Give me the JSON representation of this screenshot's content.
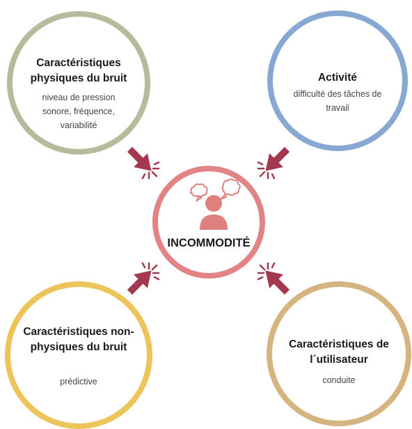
{
  "top_left": {
    "title_lines": [
      "Caractéristiques",
      "physiques du bruit"
    ],
    "subtitle_lines": [
      "niveau de pression",
      "sonore, fréquence,",
      "variabilité"
    ]
  },
  "top_right": {
    "title_lines": [
      "Activité"
    ],
    "subtitle_lines": [
      "difficulté des tâches de",
      "travail"
    ]
  },
  "bottom_left": {
    "title_lines": [
      "Caractéristiques non-",
      "physiques du bruit"
    ],
    "subtitle_lines": [
      "prédictive"
    ]
  },
  "bottom_right": {
    "title_lines": [
      "Caractéristiques de",
      "l´utilisateur"
    ],
    "subtitle_lines": [
      "conduite"
    ]
  },
  "center": {
    "label": "INCOMMODITÉ",
    "icon": "annoyed-person-icon"
  },
  "colors": {
    "top_left_ring": "#b4bc9c",
    "top_right_ring": "#88a8d4",
    "bottom_left_ring": "#ecc45a",
    "bottom_right_ring": "#d6b480",
    "center_ring": "#e28486",
    "arrow": "#a3384f",
    "person": "#e0807e"
  },
  "arrows": [
    {
      "from": "top_left",
      "icon": "click-arrow-icon"
    },
    {
      "from": "top_right",
      "icon": "click-arrow-icon"
    },
    {
      "from": "bottom_left",
      "icon": "click-arrow-icon"
    },
    {
      "from": "bottom_right",
      "icon": "click-arrow-icon"
    }
  ]
}
